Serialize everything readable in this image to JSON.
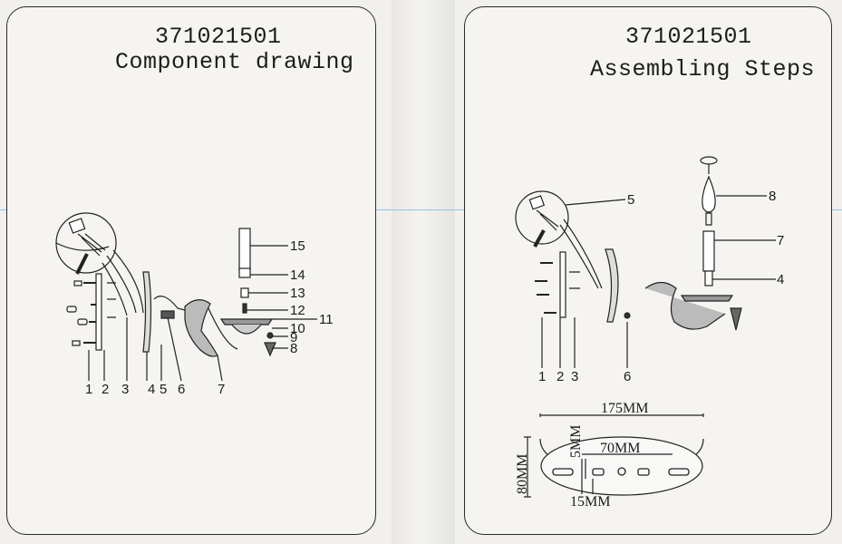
{
  "left_page": {
    "model": "371021501",
    "title": "Component drawing",
    "callouts": [
      "1",
      "2",
      "3",
      "4",
      "5",
      "6",
      "7",
      "8",
      "9",
      "10",
      "11",
      "12",
      "13",
      "14",
      "15"
    ]
  },
  "right_page": {
    "model": "371021501",
    "title": "Assembling Steps",
    "callouts": [
      "1",
      "2",
      "3",
      "4",
      "5",
      "6",
      "7",
      "8"
    ],
    "dimensions": {
      "width": "175MM",
      "height": "80MM",
      "hole_spacing": "70MM",
      "slot": "5MM",
      "offset": "15MM"
    }
  }
}
